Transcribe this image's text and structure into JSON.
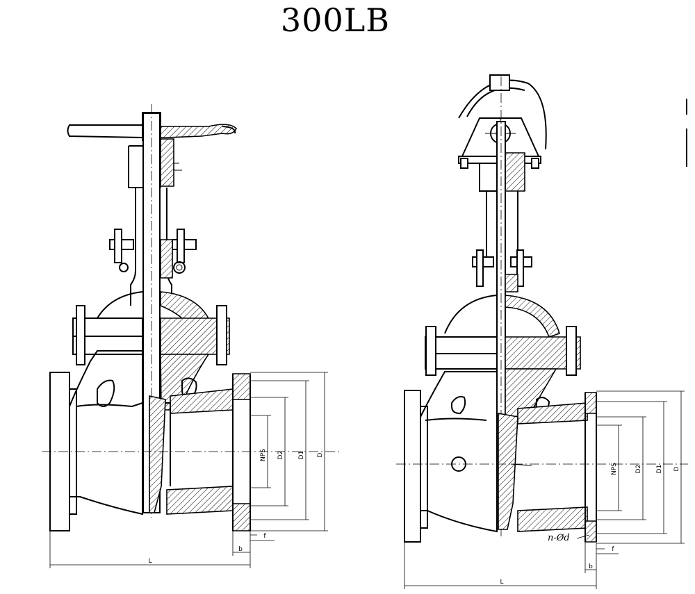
{
  "title": "300LB",
  "left_view": {
    "dimensions": {
      "nps": "NPS",
      "d2": "D2",
      "d1": "D1",
      "d": "D",
      "l": "L",
      "b": "b",
      "f": "f"
    }
  },
  "right_view": {
    "dimensions": {
      "nps": "NPS",
      "d2": "D2",
      "d1": "D1",
      "d": "D",
      "l": "L",
      "b": "b",
      "f": "f",
      "holes": "n-Ød"
    }
  }
}
